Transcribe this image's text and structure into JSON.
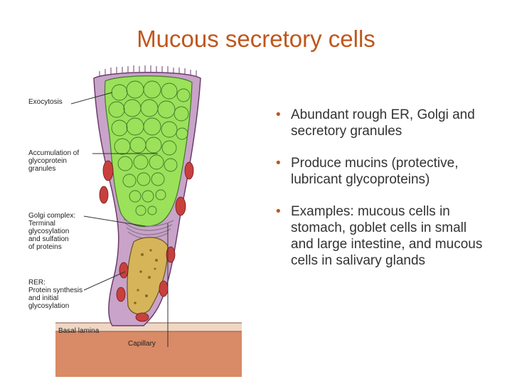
{
  "slide": {
    "title": "Mucous secretory cells"
  },
  "figure": {
    "labels": {
      "exocytosis": "Exocytosis",
      "accumulation": [
        "Accumulation of",
        "glycoprotein",
        "granules"
      ],
      "golgi": [
        "Golgi complex:",
        "Terminal",
        "glycosylation",
        "and sulfation",
        "of proteins"
      ],
      "rer": [
        "RER:",
        "Protein synthesis",
        "and initial",
        "glycosylation"
      ],
      "basal_lamina": "Basal lamina",
      "capillary": "Capillary"
    },
    "colors": {
      "granules": "#9be15a",
      "cytoplasm": "#c9a3c9",
      "golgi": "#d9cfd9",
      "nucleus": "#d6b45a",
      "rer": "#c8403e",
      "capillary": "#d98a66"
    }
  },
  "bullets": [
    "Abundant rough ER, Golgi and secretory granules",
    "Produce mucins (protective, lubricant glycoproteins)",
    "Examples: mucous cells in stomach, goblet cells in small and large intestine, and mucous cells in salivary glands"
  ],
  "bullet_marker": "•"
}
